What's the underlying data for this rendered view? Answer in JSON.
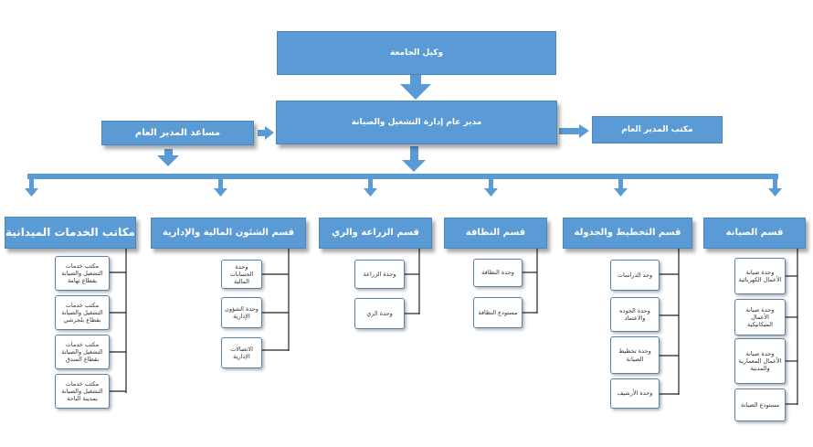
{
  "top": {
    "vice_president": "وكيل الجامعة",
    "general_manager": "مدير عام  إدارة التشغيل والصيانة",
    "assistant": "مساعد المدير العام",
    "gm_office": "مكتب المدير العام"
  },
  "departments": [
    {
      "title": "مكاتب الخدمات الميدانية",
      "units": [
        "مكتب خدمات التشغيل والصيانة بقطاع تهامة",
        "مكتب خدمات التشغيل والصيانة بقطاع بلجرشي",
        "مكتب خدمات التشغيل والصيانة بقطاع المندق",
        "مكتب خدمات التشغيل والصيانة بمدينة الباحة"
      ]
    },
    {
      "title": "قسم الشئون المالية والإدارية",
      "units": [
        "وحدة الحسابات المالية",
        "وحدة الشؤون الإدارية",
        "الاتصالات الإدارية"
      ]
    },
    {
      "title": "قسم الزراعة والري",
      "units": [
        "وحدة الزراعة",
        "وحدة الري"
      ]
    },
    {
      "title": "قسم النظافة",
      "units": [
        "وحدة النظافة",
        "مستودع النظافة"
      ]
    },
    {
      "title": "قسم التخطيط والجدولة",
      "units": [
        "وحد الدراسات",
        "وحدة الجوده والاعتماد",
        "وحدة تخطيط الصيانة",
        "وحدة الأرشيف"
      ]
    },
    {
      "title": "قسم الصيانة",
      "units": [
        "وحدة صيانة الأعمال الكهربائية",
        "وحدة صيانة الأعمال الميكانيكية",
        "وحدة صيانة الأعمال المعمارية والمدنية",
        "مستودع الصيانة"
      ]
    }
  ]
}
